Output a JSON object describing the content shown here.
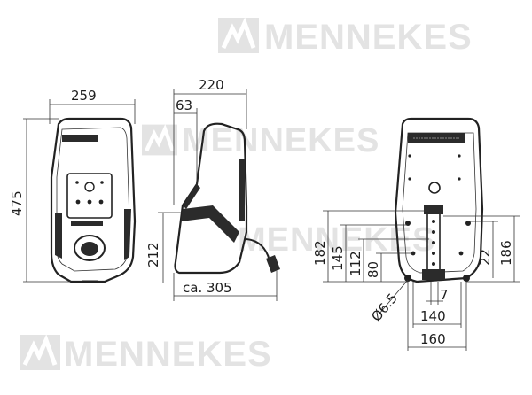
{
  "watermarks": [
    {
      "id": "top-right",
      "text": "MENNEKES"
    },
    {
      "id": "mid-left",
      "text": "MENNEKES"
    },
    {
      "id": "mid-center",
      "text": "MENNEKES"
    },
    {
      "id": "bottom-left",
      "text": "MENNEKES"
    }
  ],
  "front_view": {
    "width_label": "259",
    "height_label": "475"
  },
  "side_view": {
    "depth_label": "220",
    "top_label": "63",
    "height_label": "212",
    "cable_label": "ca. 305"
  },
  "back_view": {
    "vertical_labels": [
      "182",
      "145",
      "112",
      "80"
    ],
    "right_labels": [
      "22",
      "186"
    ],
    "hole_label": "Ø6.5",
    "horizontal_labels": [
      "7",
      "140",
      "160"
    ]
  },
  "colors": {
    "line": "#222222",
    "watermark": "#e3e3e3",
    "device_dark": "#2b2b2b"
  }
}
